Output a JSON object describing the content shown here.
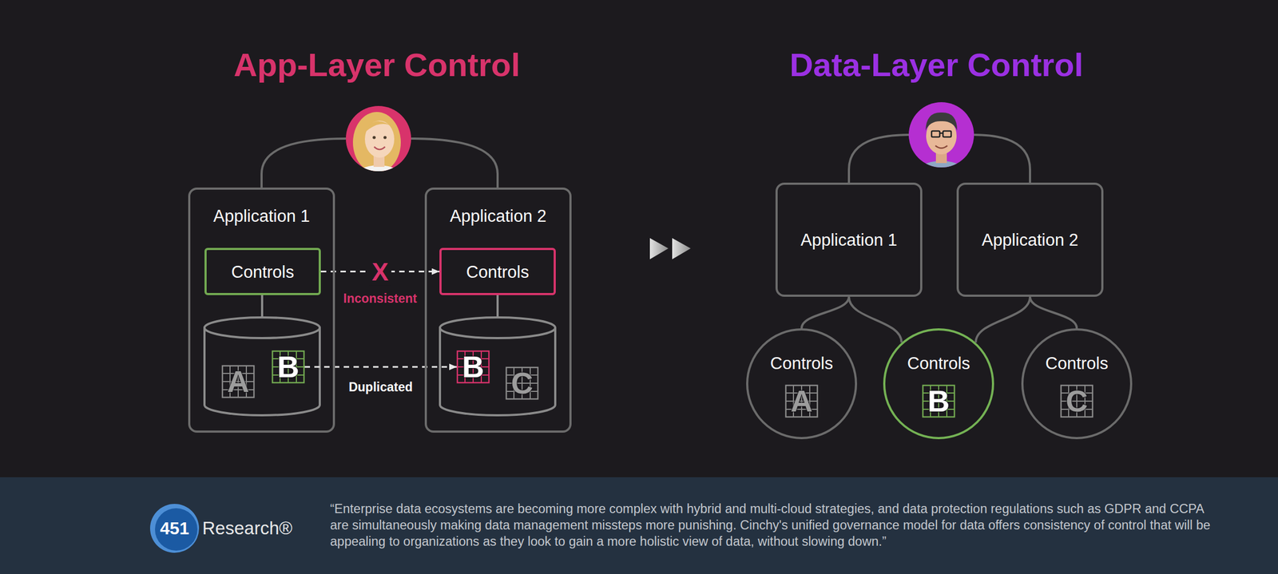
{
  "diagram": {
    "caption": "“Enterprise data ecosystems are becoming more complex with hybrid and multi-cloud strategies, and data protection regulations such as GDPR and CCPA are simultaneously making data management missteps more punishing. Cinchy's unified governance model for data offers consistency of control that will be appealing to organizations as they look to gain a more holistic view of data, without slowing down.”",
    "nodes": [
      {
        "text": [
          "Application 1"
        ]
      },
      {
        "text": [
          "Controls"
        ],
        "in": 0
      },
      {
        "text": [
          "A"
        ],
        "in": 0
      },
      {
        "text": [
          "B"
        ],
        "in": 0
      },
      {
        "text": [
          "Application 2"
        ]
      },
      {
        "text": [
          "Controls"
        ],
        "in": 4
      },
      {
        "text": [
          "B"
        ],
        "in": 4
      },
      {
        "text": [
          "C"
        ],
        "in": 4
      },
      {
        "text": [
          "Application 1"
        ]
      },
      {
        "text": [
          "Application 2"
        ]
      },
      {
        "text": [
          "Controls"
        ]
      },
      {
        "text": [
          "A"
        ],
        "in": 10
      },
      {
        "text": [
          "Controls"
        ]
      },
      {
        "text": [
          "B"
        ],
        "in": 12
      },
      {
        "text": [
          "Controls"
        ]
      },
      {
        "text": [
          "C"
        ],
        "in": 14
      },
      {
        "text": [
          "451"
        ]
      }
    ],
    "edges": [
      {
        "from": 1,
        "to": 5,
        "arrow": "to",
        "label": "Inconsistent"
      },
      {
        "from": 3,
        "to": 6,
        "arrow": "to",
        "label": "Duplicated"
      },
      {
        "from": 8,
        "to": 10,
        "arrow": "none"
      },
      {
        "from": 8,
        "to": 12,
        "arrow": "none"
      },
      {
        "from": 9,
        "to": 12,
        "arrow": "none"
      },
      {
        "from": 9,
        "to": 14,
        "arrow": "none"
      }
    ],
    "labels": [
      "App-Layer Control",
      "Data-Layer Control",
      "X",
      "Research®"
    ]
  }
}
